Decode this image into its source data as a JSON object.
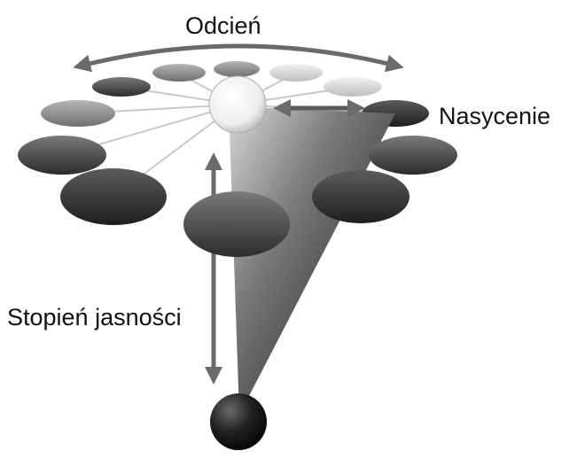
{
  "diagram": {
    "labels": {
      "hue": "Odcień",
      "saturation": "Nasycenie",
      "lightness": "Stopień jasności"
    },
    "colors": {
      "background": "#ffffff",
      "arrow": "#6a6a6a",
      "text": "#111111",
      "black_sphere": "#111111",
      "white_sphere": "#f4f4f4"
    }
  }
}
